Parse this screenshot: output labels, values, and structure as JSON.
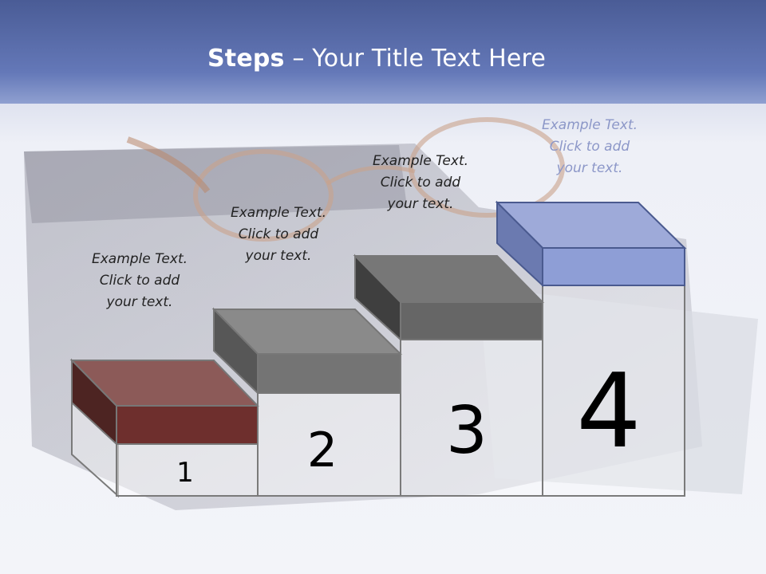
{
  "slide": {
    "title_bold": "Steps",
    "title_rest": " – Your Title Text Here"
  },
  "steps": [
    {
      "number": "1",
      "text": [
        "Example Text.",
        "Click  to add",
        "your text."
      ],
      "color": "#6e2f2d"
    },
    {
      "number": "2",
      "text": [
        "Example Text.",
        "Click  to add",
        "your text."
      ],
      "color": "#8c8c8c"
    },
    {
      "number": "3",
      "text": [
        "Example Text.",
        "Click  to add",
        "your text."
      ],
      "color": "#6f6f6f"
    },
    {
      "number": "4",
      "text": [
        "Example Text.",
        "Click  to add",
        "your text."
      ],
      "color": "#8e9ed6"
    }
  ],
  "colors": {
    "header_band": "#5b6ea8",
    "background": "#eceef5"
  }
}
